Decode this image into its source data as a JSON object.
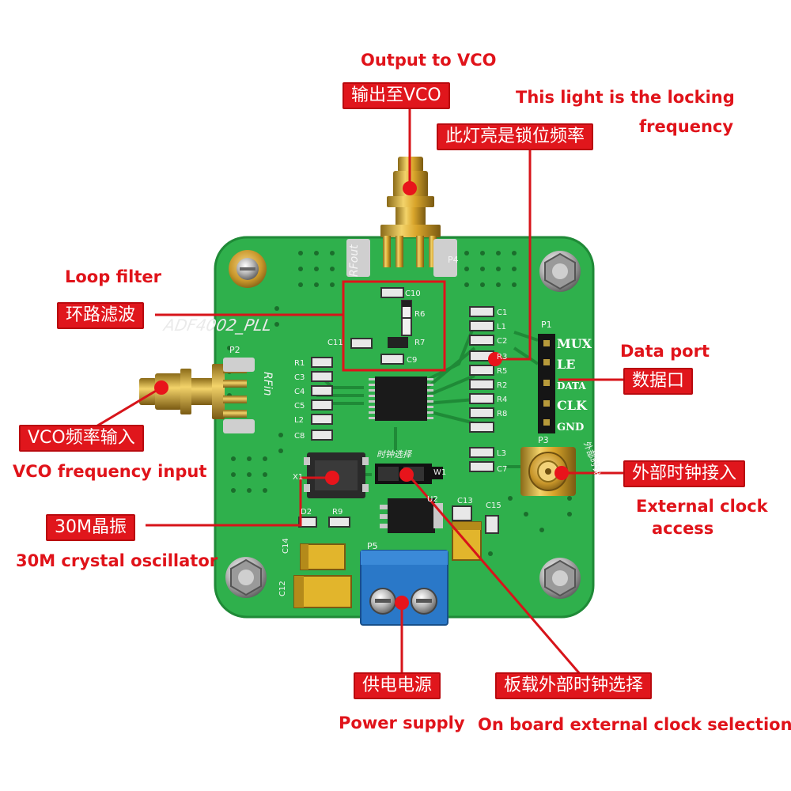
{
  "board": {
    "silkscreen_title": "ADF4002_PLL",
    "port_rfout": "RFout",
    "port_rfin": "RFin",
    "header_p1": "P1",
    "header_p2": "P2",
    "header_p3": "P3",
    "header_p4": "P4",
    "header_p5": "P5",
    "header_pins": [
      "MUX",
      "LE",
      "DATA",
      "CLK",
      "GND"
    ],
    "left_refs": [
      "R1",
      "C3",
      "C4",
      "C5",
      "L2",
      "C8"
    ],
    "right_refs": [
      "C1",
      "L1",
      "C2",
      "R3",
      "R5",
      "R2",
      "R4",
      "R8",
      "L3",
      "C7"
    ],
    "filter_refs": [
      "C10",
      "R6",
      "C11",
      "R7",
      "C9"
    ],
    "misc_refs": [
      "X1",
      "W1",
      "U2",
      "C13",
      "C15",
      "D2",
      "R9",
      "C14",
      "C12"
    ],
    "jumper_label": "时钟选择",
    "ext_clock_silk": "外部时钟"
  },
  "callouts": [
    {
      "id": "output-to-vco",
      "cn": "输出至VCO",
      "en": "Output to VCO"
    },
    {
      "id": "lock-light",
      "cn": "此灯亮是锁位频率",
      "en_lines": [
        "This light is the locking",
        "frequency"
      ]
    },
    {
      "id": "loop-filter",
      "cn": "环路滤波",
      "en": "Loop filter"
    },
    {
      "id": "data-port",
      "cn": "数据口",
      "en": "Data port"
    },
    {
      "id": "vco-input",
      "cn": "VCO频率输入",
      "en": "VCO frequency input"
    },
    {
      "id": "ext-clock",
      "cn": "外部时钟接入",
      "en_lines": [
        "External clock",
        "access"
      ]
    },
    {
      "id": "crystal",
      "cn": "30M晶振",
      "en": "30M crystal oscillator"
    },
    {
      "id": "power",
      "cn": "供电电源",
      "en": "Power supply"
    },
    {
      "id": "clock-select",
      "cn": "板载外部时钟选择",
      "en": "On board external clock selection"
    }
  ],
  "colors": {
    "pcb": "#2fb04c",
    "pcb_dark": "#1f8a37",
    "label_red": "#e0131a",
    "terminal_blue": "#2a78c8",
    "gold": "#d9a52b"
  }
}
